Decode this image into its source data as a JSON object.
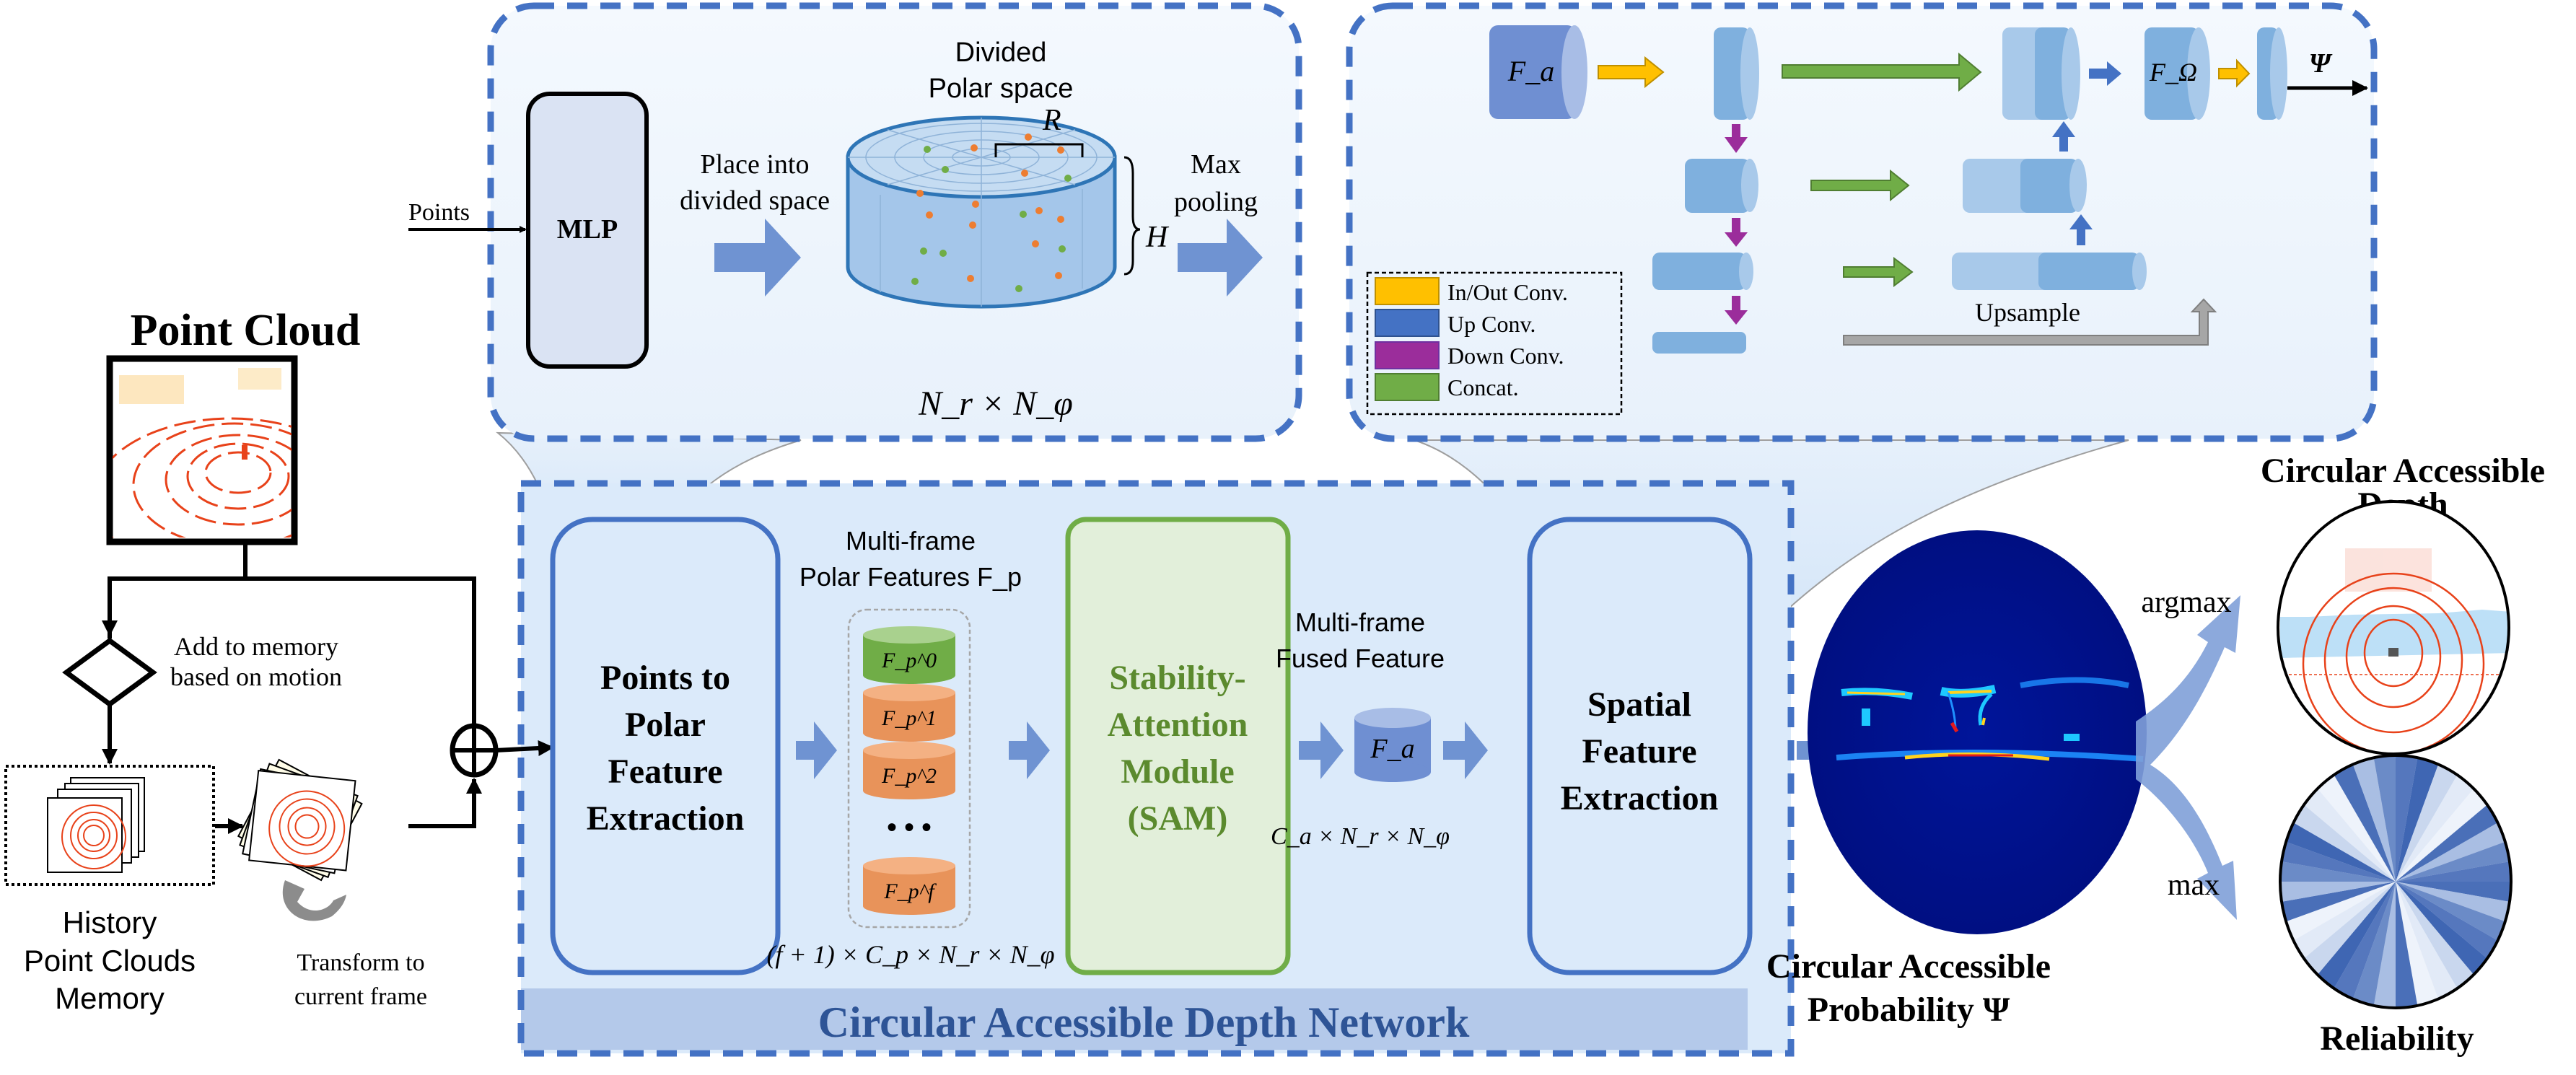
{
  "figure": {
    "title": "Circular Accessible Depth Network pipeline",
    "colors": {
      "dashed_border": "#4472c4",
      "panel_fill": "#eef5fc",
      "network_fill": "#dbeafa",
      "banner_fill": "#b4c9ea",
      "banner_text": "#2e5496",
      "sam_border": "#70ad47",
      "sam_fill": "#e2efda",
      "sam_text": "#5b8a2e",
      "block_arrow": "#6f93d2",
      "fp0_fill": "#70ad47",
      "fpn_fill": "#e8935a",
      "legend_inout": "#ffc000",
      "legend_up": "#4472c4",
      "legend_down": "#9b2d9b",
      "legend_concat": "#70ad47",
      "upsample_arrow": "#a6a6a6",
      "heatmap_bg": "#00138f"
    }
  },
  "input": {
    "point_cloud_title": "Point Cloud",
    "decision_label_line1": "Add to memory",
    "decision_label_line2": "based on motion",
    "memory_label_line1": "History",
    "memory_label_line2": "Point Clouds",
    "memory_label_line3": "Memory",
    "transform_label_line1": "Transform to",
    "transform_label_line2": "current frame",
    "sum_symbol": "⊕"
  },
  "polar_panel": {
    "points_label": "Points",
    "mlp_label": "MLP",
    "place_label_line1": "Place into",
    "place_label_line2": "divided space",
    "divided_label_line1": "Divided",
    "divided_label_line2": "Polar space",
    "r_label": "R",
    "h_label": "H",
    "max_pool_line1": "Max",
    "max_pool_line2": "pooling",
    "dim_label": "N_r × N_φ"
  },
  "unet_panel": {
    "fa_label": "F_a",
    "fomega_label": "F_Ω",
    "psi_label": "Ψ",
    "upsample_label": "Upsample",
    "legend": [
      {
        "label": "In/Out Conv.",
        "color_key": "legend_inout"
      },
      {
        "label": "Up Conv.",
        "color_key": "legend_up"
      },
      {
        "label": "Down Conv.",
        "color_key": "legend_down"
      },
      {
        "label": "Concat.",
        "color_key": "legend_concat"
      }
    ]
  },
  "network": {
    "banner_title": "Circular Accessible Depth Network",
    "p2p_line1": "Points to",
    "p2p_line2": "Polar",
    "p2p_line3": "Feature",
    "p2p_line4": "Extraction",
    "polar_features_line1": "Multi-frame",
    "polar_features_line2": "Polar Features F_p",
    "stack_items": [
      "F_p^0",
      "F_p^1",
      "F_p^2",
      "• • •",
      "F_p^f"
    ],
    "stack_dim_label": "(f + 1) × C_p × N_r × N_φ",
    "sam_line1": "Stability-",
    "sam_line2": "Attention",
    "sam_line3": "Module",
    "sam_line4": "(SAM)",
    "fused_line1": "Multi-frame",
    "fused_line2": "Fused Feature",
    "fused_cyl_label": "F_a",
    "fused_dim_label": "C_a × N_r × N_φ",
    "spatial_line1": "Spatial",
    "spatial_line2": "Feature",
    "spatial_line3": "Extraction"
  },
  "outputs": {
    "prob_line1": "Circular Accessible",
    "prob_line2": "Probability Ψ",
    "argmax_label": "argmax",
    "max_label": "max",
    "depth_line1": "Circular Accessible",
    "depth_line2": "Depth",
    "reliability_label": "Reliability"
  }
}
